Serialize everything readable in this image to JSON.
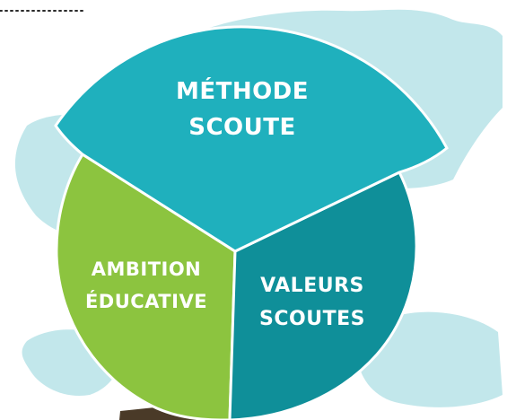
{
  "diagram": {
    "segments": [
      {
        "id": "methode",
        "lines": [
          "MÉTHODE",
          "SCOUTE"
        ],
        "color": "#1fb0bd"
      },
      {
        "id": "ambition",
        "lines": [
          "AMBITION",
          "ÉDUCATIVE"
        ],
        "color": "#8cc43f"
      },
      {
        "id": "valeurs",
        "lines": [
          "VALEURS",
          "SCOUTES"
        ],
        "color": "#0f8f99"
      }
    ],
    "decor": {
      "brush_color": "#b7e3e8",
      "dotted_line_color": "#2a2a2a"
    }
  }
}
